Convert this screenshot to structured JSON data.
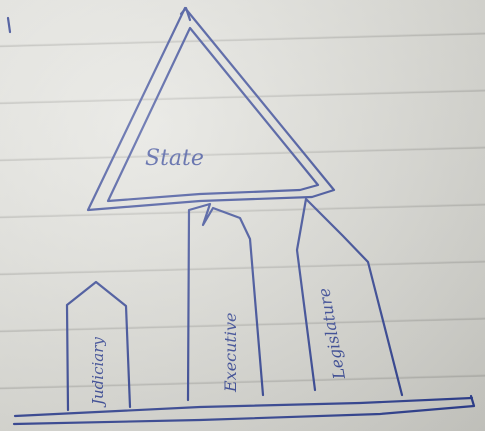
{
  "diagram": {
    "top_label": "State",
    "pillars": [
      {
        "label": "Judiciary"
      },
      {
        "label": "Executive"
      },
      {
        "label": "Legislature"
      }
    ]
  }
}
